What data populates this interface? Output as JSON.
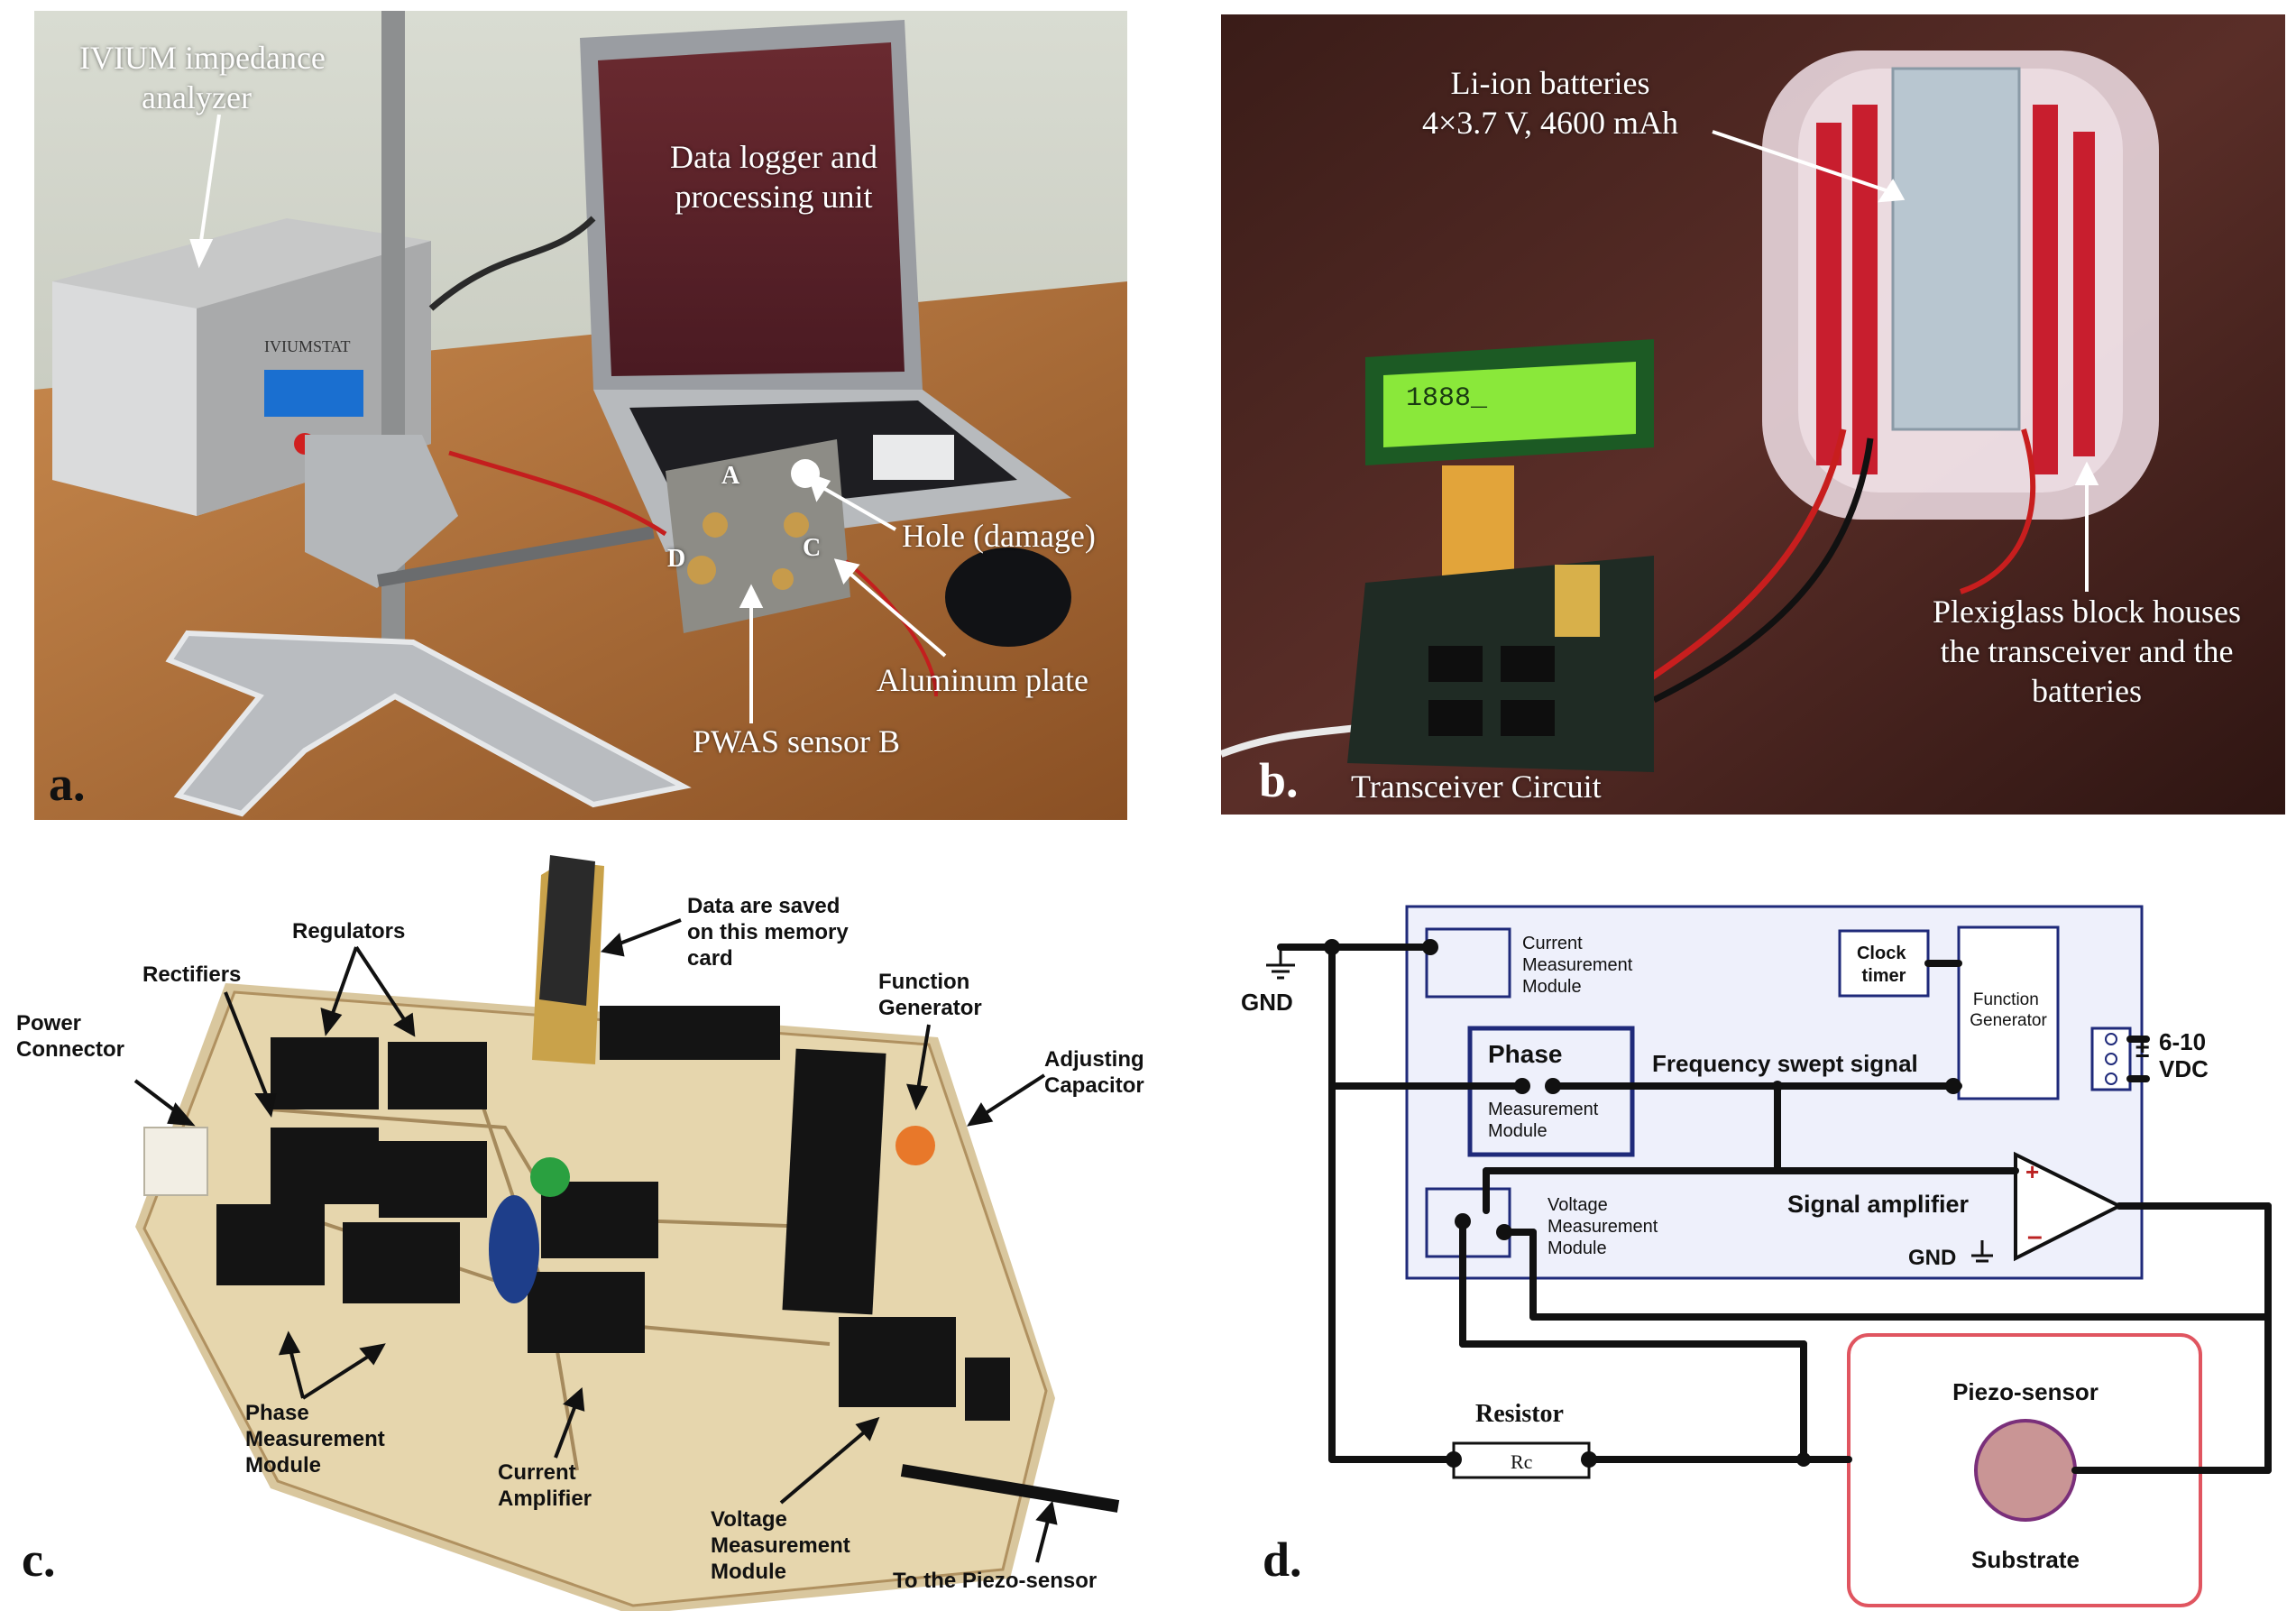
{
  "panel_a": {
    "letter": "a.",
    "analyzer": [
      "IVIUM impedance",
      "analyzer"
    ],
    "logger": [
      "Data logger and",
      "processing unit"
    ],
    "hole": "Hole (damage)",
    "plate": "Aluminum plate",
    "sensor": "PWAS sensor B",
    "marks": {
      "a": "A",
      "c": "C",
      "d": "D"
    },
    "device_brand": "IVIUMSTAT"
  },
  "panel_b": {
    "letter": "b.",
    "batteries": [
      "Li-ion batteries",
      "4×3.7 V, 4600 mAh"
    ],
    "plexi": [
      "Plexiglass block houses",
      "the transceiver and the",
      "batteries"
    ],
    "circuit": "Transceiver Circuit",
    "lcd_text": "1888_"
  },
  "panel_c": {
    "letter": "c.",
    "power": [
      "Power",
      "Connector"
    ],
    "rectifiers": "Rectifiers",
    "regulators": "Regulators",
    "memory": [
      "Data are saved",
      "on this memory",
      "card"
    ],
    "function_gen": [
      "Function",
      "Generator"
    ],
    "adjusting": [
      "Adjusting",
      "Capacitor"
    ],
    "phase": [
      "Phase",
      "Measurement",
      "Module"
    ],
    "current_amp": [
      "Current",
      "Amplifier"
    ],
    "voltage": [
      "Voltage",
      "Measurement",
      "Module"
    ],
    "piezo": "To the Piezo-sensor"
  },
  "panel_d": {
    "letter": "d.",
    "gnd_left": "GND",
    "current_module": [
      "Current",
      "Measurement",
      "Module"
    ],
    "clock": [
      "Clock",
      "timer"
    ],
    "function_gen": [
      "Function",
      "Generator"
    ],
    "supply": [
      "6-10",
      "VDC"
    ],
    "phase_title": "Phase",
    "phase_sub": [
      "Measurement",
      "Module"
    ],
    "swept": "Frequency swept signal",
    "voltage_module": [
      "Voltage",
      "Measurement",
      "Module"
    ],
    "amplifier": "Signal amplifier",
    "gnd_amp": "GND",
    "resistor": "Resistor",
    "resistor_sym": "Rc",
    "piezo": "Piezo-sensor",
    "substrate": "Substrate"
  },
  "colors": {
    "diagram_box": "#eef0fb",
    "diagram_border": "#1f2a7a",
    "sensor_border": "#e05560",
    "sensor_disc": "#c99595",
    "sensor_disc_border": "#7a2f7a"
  }
}
